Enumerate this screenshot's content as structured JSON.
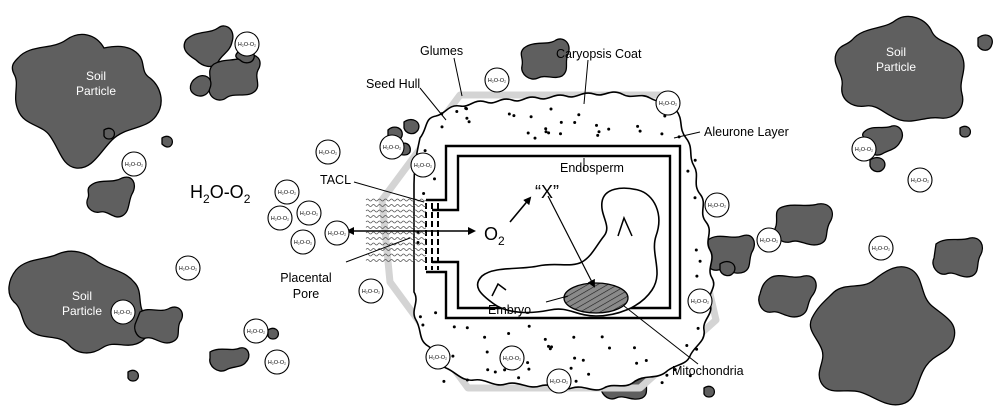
{
  "labels": {
    "glumes": "Glumes",
    "caryopsis_coat": "Caryopsis Coat",
    "seed_hull": "Seed Hull",
    "aleurone_layer": "Aleurone Layer",
    "endosperm": "Endosperm",
    "tacl": "TACL",
    "x_marker": "“X”",
    "o2": "O",
    "o2_sub": "2",
    "h2o_o2_part1": "H",
    "h2o_o2_sub1": "2",
    "h2o_o2_part2": "O-O",
    "h2o_o2_sub2": "2",
    "placental_pore_line1": "Placental",
    "placental_pore_line2": "Pore",
    "embryo": "Embryo",
    "mitochondria": "Mitochondria"
  },
  "soil_particle": {
    "line1": "Soil",
    "line2": "Particle"
  },
  "bubble_text": "H₂O-O₂",
  "colors": {
    "soil": "#5f5f5f",
    "hull": "#d4d4d4",
    "mitochondria": "#8a8a8a",
    "outline": "#000000"
  }
}
